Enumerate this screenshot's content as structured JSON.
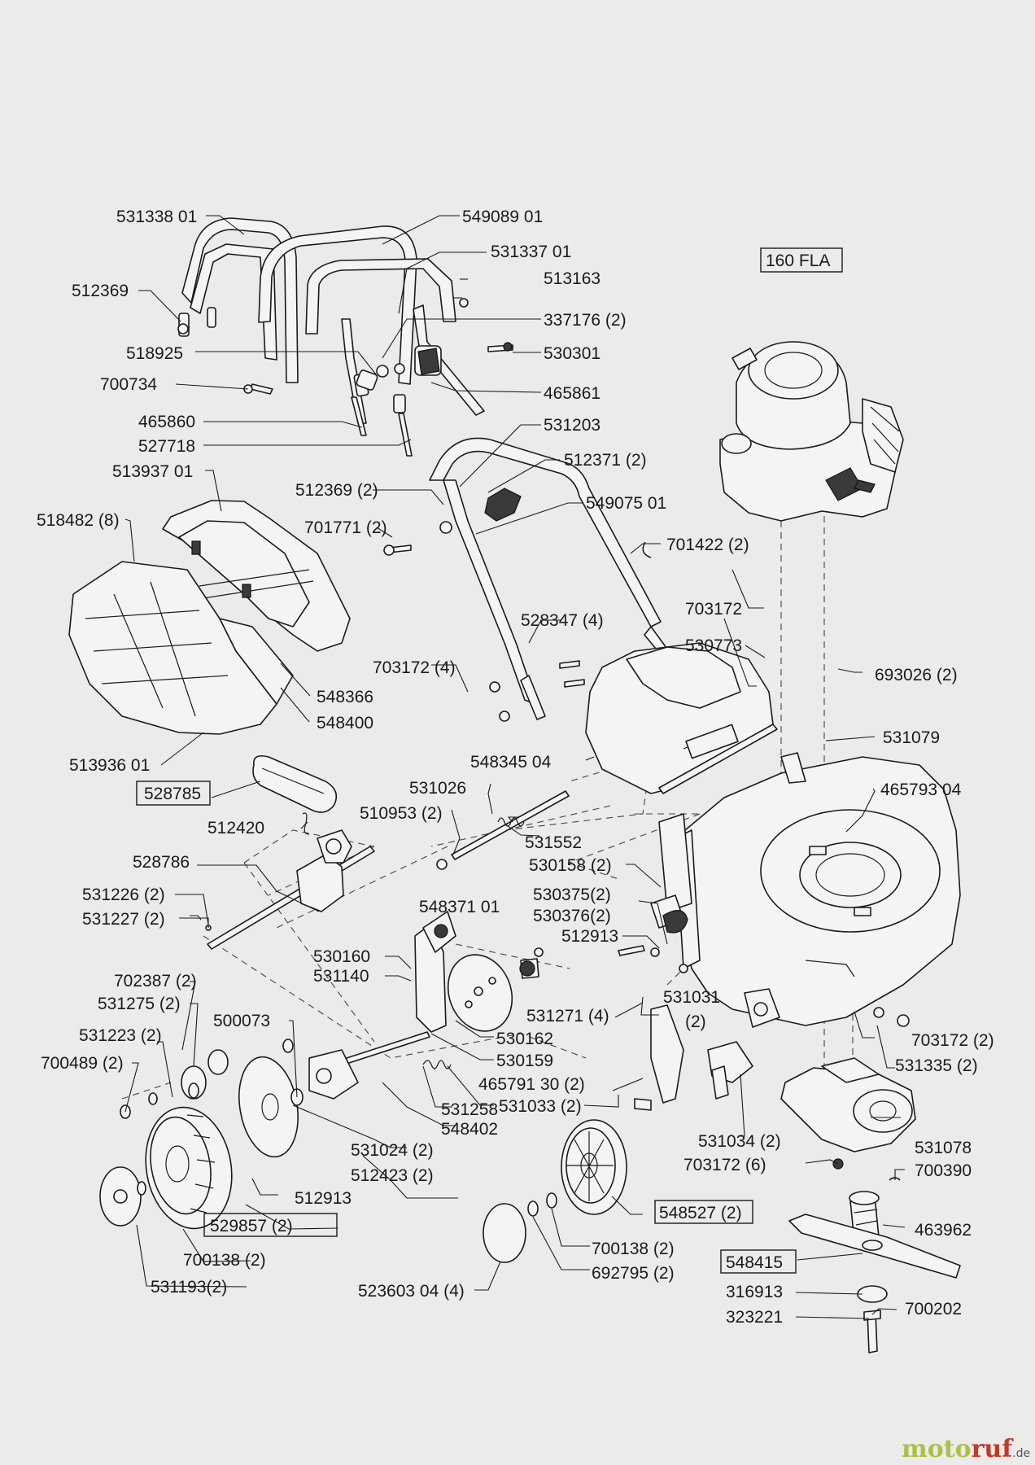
{
  "labels": {
    "l01": "531338 01",
    "l02": "549089 01",
    "l03": "531337 01",
    "l04": "512369",
    "l05": "513163",
    "l06": "337176 (2)",
    "l07": "518925",
    "l08": "530301",
    "l09": "700734",
    "l10": "465861",
    "l11": "465860",
    "l12": "527718",
    "l13": "531203",
    "l14": "512371 (2)",
    "l15": "513937 01",
    "l16": "512369 (2)",
    "l17": "549075 01",
    "l18": "518482 (8)",
    "l19": "701771 (2)",
    "l20": "701422 (2)",
    "l21": "160 FLA",
    "l22": "703172",
    "l23": "528347 (4)",
    "l24": "530773",
    "l25": "703172 (4)",
    "l26": "693026 (2)",
    "l27": "548366",
    "l28": "548400",
    "l29": "531079",
    "l30": "513936 01",
    "l31": "548345 04",
    "l32": "465793 04",
    "l33": "531026",
    "l34": "528785",
    "l35": "510953 (2)",
    "l36": "531552",
    "l37": "512420",
    "l38": "530158 (2)",
    "l39": "528786",
    "l40": "530375(2)",
    "l41": "530376(2)",
    "l42": "531226 (2)",
    "l43": "548371 01",
    "l44": "512913",
    "l45": "531227 (2)",
    "l46": "530160",
    "l47": "531140",
    "l48": "702387 (2)",
    "l49": "531031",
    "l50": "531275 (2)",
    "l51": "500073",
    "l52": "531271 (4)",
    "l53": "(2)",
    "l54": "531223 (2)",
    "l55": "530162",
    "l56": "703172 (2)",
    "l57": "700489 (2)",
    "l58": "530159",
    "l59": "531335 (2)",
    "l60": "465791 30 (2)",
    "l61": "531258",
    "l62": "531033 (2)",
    "l63": "548402",
    "l64": "531078",
    "l65": "531024 (2)",
    "l66": "531034 (2)",
    "l67": "512423 (2)",
    "l68": "703172 (6)",
    "l69": "700390",
    "l70": "512913",
    "l71": "529857 (2)",
    "l72": "548527 (2)",
    "l73": "463962",
    "l74": "700138 (2)",
    "l75": "700138 (2)",
    "l76": "548415",
    "l77": "692795 (2)",
    "l78": "531193(2)",
    "l79": "523603 04 (4)",
    "l80": "316913",
    "l81": "700202",
    "l82": "323221"
  },
  "watermark": {
    "part1": "moto",
    "part2": "ruf",
    "suffix": ".de"
  }
}
